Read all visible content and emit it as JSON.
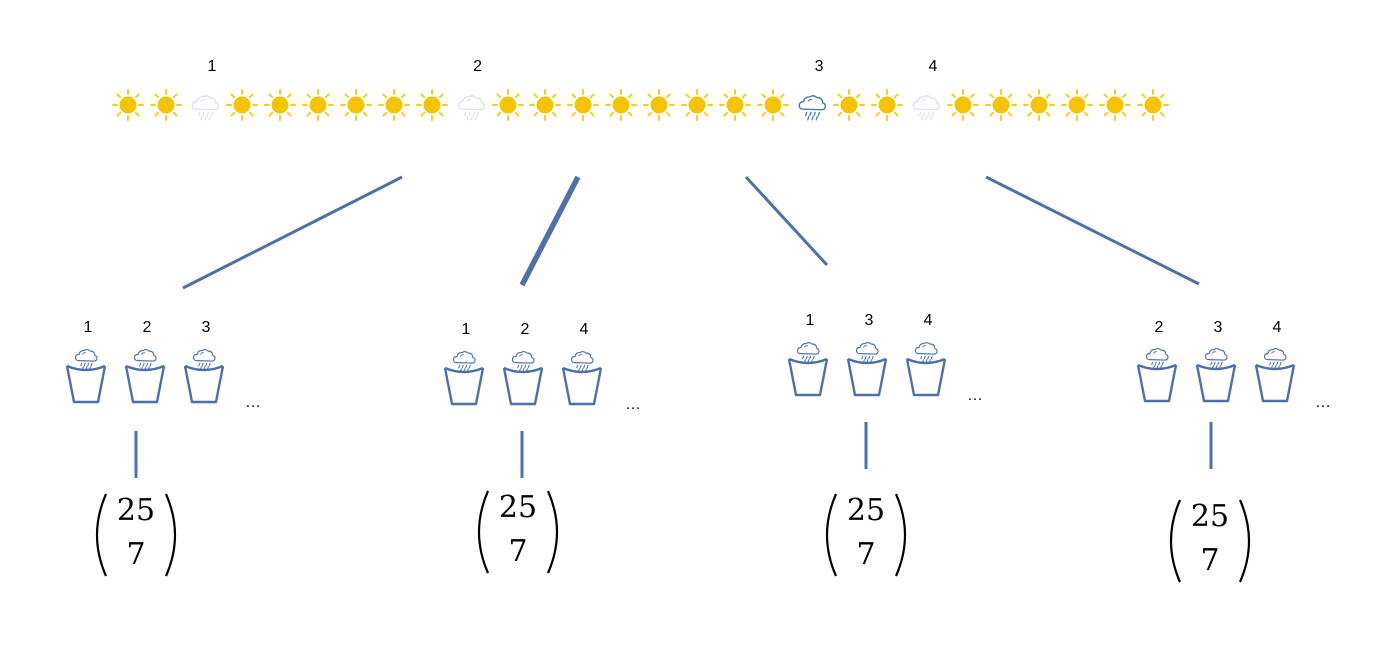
{
  "timeline": {
    "days": [
      "sun",
      "sun",
      "cloud",
      "sun",
      "sun",
      "sun",
      "sun",
      "sun",
      "sun",
      "cloud",
      "sun",
      "sun",
      "sun",
      "sun",
      "sun",
      "sun",
      "sun",
      "sun",
      "rain",
      "sun",
      "sun",
      "cloud",
      "sun",
      "sun",
      "sun",
      "sun",
      "sun",
      "sun"
    ],
    "labels": [
      {
        "day_index": 2,
        "text": "1"
      },
      {
        "day_index": 9,
        "text": "2"
      },
      {
        "day_index": 18,
        "text": "3"
      },
      {
        "day_index": 21,
        "text": "4"
      }
    ]
  },
  "groups": [
    {
      "buckets": [
        "1",
        "2",
        "3"
      ],
      "ellipsis": "…",
      "binomial": {
        "top": "25",
        "bottom": "7"
      },
      "connector": "thin"
    },
    {
      "buckets": [
        "1",
        "2",
        "4"
      ],
      "ellipsis": "…",
      "binomial": {
        "top": "25",
        "bottom": "7"
      },
      "connector": "thick"
    },
    {
      "buckets": [
        "1",
        "3",
        "4"
      ],
      "ellipsis": "…",
      "binomial": {
        "top": "25",
        "bottom": "7"
      },
      "connector": "thin"
    },
    {
      "buckets": [
        "2",
        "3",
        "4"
      ],
      "ellipsis": "…",
      "binomial": {
        "top": "25",
        "bottom": "7"
      },
      "connector": "thin"
    }
  ],
  "colors": {
    "sun": "#f5c400",
    "sun_rays": "#f7cf1a",
    "cloud_faint": "#dbe3ee",
    "cloud_active": "#4a78b5",
    "line": "#4f6fa8",
    "bucket": "#4f6fa8"
  },
  "icons": {
    "sun": "sun-icon",
    "cloud": "cloud-icon",
    "rain": "rain-cloud-icon",
    "bucket": "bucket-icon"
  }
}
